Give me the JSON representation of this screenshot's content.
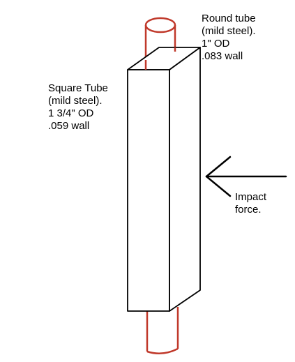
{
  "round_tube": {
    "lines": [
      "Round tube",
      "(mild steel).",
      "1\" OD",
      ".083 wall"
    ],
    "color": "#c0392b"
  },
  "square_tube": {
    "lines": [
      "Square Tube",
      "(mild steel).",
      "1 3/4\" OD",
      ".059 wall"
    ],
    "color": "#000000"
  },
  "impact": {
    "lines": [
      "Impact",
      "force."
    ],
    "arrow_color": "#000000"
  }
}
